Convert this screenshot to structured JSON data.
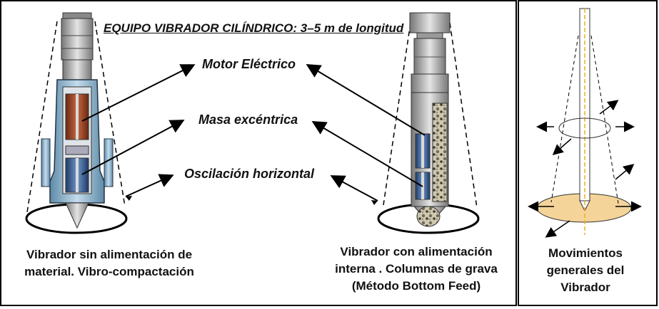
{
  "title": "EQUIPO VIBRADOR CILÍNDRICO: 3–5 m de longitud",
  "labels": {
    "motor": "Motor Eléctrico",
    "mass": "Masa excéntrica",
    "oscillation": "Oscilación horizontal"
  },
  "captions": {
    "left": [
      "Vibrador sin alimentación de",
      "material. Vibro-compactación"
    ],
    "middle": [
      "Vibrador  con alimentación",
      "interna . Columnas de grava",
      "(Método Bottom Feed)"
    ],
    "right": [
      "Movimientos",
      "generales del",
      "Vibrador"
    ]
  },
  "colors": {
    "motor": "#8b3a1f",
    "mass": "#2b4f86",
    "base_ellipse": "#f5d49a",
    "axis_line": "#f0b020"
  }
}
